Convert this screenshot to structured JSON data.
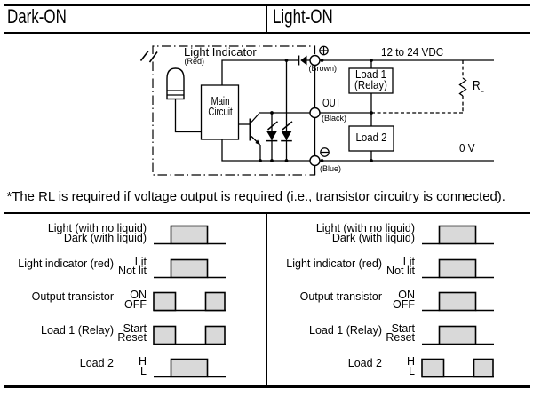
{
  "header": {
    "left": "Dark-ON",
    "right": "Light-ON"
  },
  "circuit": {
    "light_indicator_label": "Light Indicator",
    "light_indicator_color": "(Red)",
    "main_circuit_line1": "Main",
    "main_circuit_line2": "Circuit",
    "plus_terminal_wire": "(Brown)",
    "out_label": "OUT",
    "out_terminal_wire": "(Black)",
    "minus_terminal_wire": "(Blue)",
    "supply_voltage": "12 to 24 VDC",
    "load1_line1": "Load 1",
    "load1_line2": "(Relay)",
    "load_resistor_symbol": "R",
    "load_resistor_subscript": "L",
    "load2_label": "Load 2",
    "ground_label": "0 V"
  },
  "note": "*The RL is required if voltage output is required (i.e., transistor circuitry is connected).",
  "timing": {
    "pulse_fill": "#d9d9d9",
    "panels": [
      {
        "name": "dark-on",
        "rows": [
          {
            "hi": "Light (with no liquid)",
            "lo": "Dark (with liquid)",
            "wave": "mid"
          },
          {
            "label": "Light indicator (red)",
            "hi": "Lit",
            "lo": "Not lit",
            "wave": "mid"
          },
          {
            "label": "Output transistor",
            "hi": "ON",
            "lo": "OFF",
            "wave": "ends"
          },
          {
            "label": "Load 1 (Relay)",
            "hi": "Start",
            "lo": "Reset",
            "wave": "ends"
          },
          {
            "label": "Load 2",
            "hi": "H",
            "lo": "L",
            "wave": "mid"
          }
        ]
      },
      {
        "name": "light-on",
        "rows": [
          {
            "hi": "Light (with no liquid)",
            "lo": "Dark (with liquid)",
            "wave": "mid"
          },
          {
            "label": "Light indicator (red)",
            "hi": "Lit",
            "lo": "Not lit",
            "wave": "mid"
          },
          {
            "label": "Output transistor",
            "hi": "ON",
            "lo": "OFF",
            "wave": "mid"
          },
          {
            "label": "Load 1 (Relay)",
            "hi": "Start",
            "lo": "Reset",
            "wave": "mid"
          },
          {
            "label": "Load 2",
            "hi": "H",
            "lo": "L",
            "wave": "ends"
          }
        ]
      }
    ]
  }
}
